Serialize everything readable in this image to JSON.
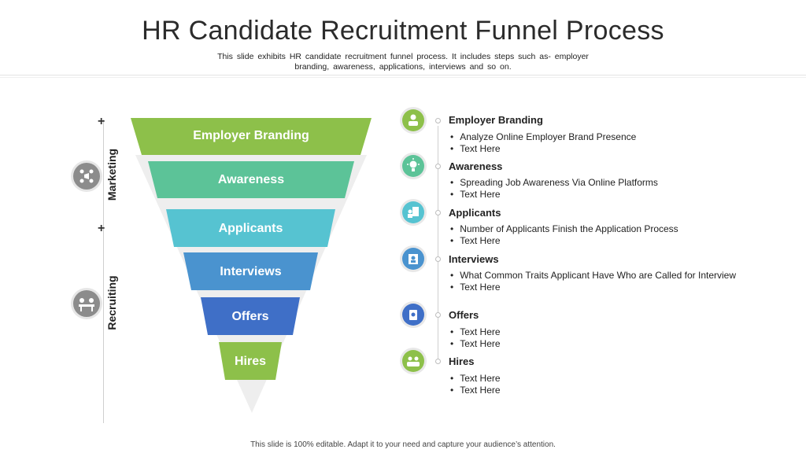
{
  "header": {
    "title": "HR Candidate Recruitment Funnel Process",
    "subtitle": "This slide exhibits HR candidate recruitment funnel process. It includes steps such as- employer branding, awareness, applications, interviews and so on."
  },
  "side": {
    "plus": "+",
    "marketing": "Marketing",
    "recruiting": "Recruiting"
  },
  "funnel": {
    "stages": [
      {
        "label": "Employer Branding",
        "color": "#8dc04a"
      },
      {
        "label": "Awareness",
        "color": "#5cc398"
      },
      {
        "label": "Applicants",
        "color": "#56c3d1"
      },
      {
        "label": "Interviews",
        "color": "#4a93cf"
      },
      {
        "label": "Offers",
        "color": "#3f6fc7"
      },
      {
        "label": "Hires",
        "color": "#8dc04a"
      }
    ]
  },
  "details": [
    {
      "heading": "Employer Branding",
      "icon": "branding-icon",
      "color": "#8dc04a",
      "bullets": [
        "Analyze Online Employer Brand Presence",
        "Text Here"
      ]
    },
    {
      "heading": "Awareness",
      "icon": "lightbulb-icon",
      "color": "#5cc398",
      "bullets": [
        "Spreading Job Awareness Via Online Platforms",
        "Text Here"
      ]
    },
    {
      "heading": "Applicants",
      "icon": "applicant-icon",
      "color": "#56c3d1",
      "bullets": [
        "Number of Applicants Finish the Application Process",
        "Text Here"
      ]
    },
    {
      "heading": "Interviews",
      "icon": "interview-icon",
      "color": "#4a93cf",
      "bullets": [
        "What Common Traits Applicant Have Who are Called for Interview",
        "Text Here"
      ]
    },
    {
      "heading": "Offers",
      "icon": "offer-icon",
      "color": "#3f6fc7",
      "bullets": [
        "Text Here",
        "Text Here"
      ]
    },
    {
      "heading": "Hires",
      "icon": "hire-icon",
      "color": "#8dc04a",
      "bullets": [
        "Text Here",
        "Text Here"
      ]
    }
  ],
  "footer": "This slide is 100% editable. Adapt it to your need and capture your audience’s attention."
}
